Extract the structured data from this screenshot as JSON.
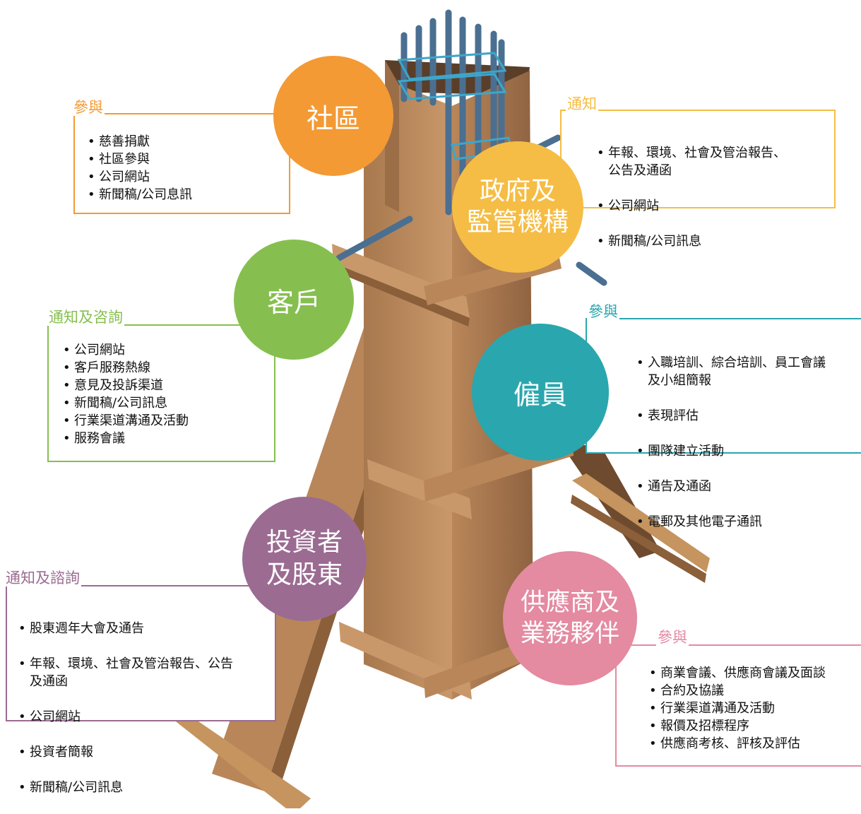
{
  "colors": {
    "community": "#f39a35",
    "government": "#f5bd45",
    "customers": "#86bf4f",
    "employees": "#2aa6ae",
    "investors": "#9b6b92",
    "suppliers": "#e48aa1",
    "wood": "#c38f61",
    "rebar": "#4a6f91"
  },
  "stakeholders": {
    "community": {
      "name": "社區",
      "box_title": "參與",
      "items": [
        "慈善捐獻",
        "社區參與",
        "公司網站",
        "新聞稿/公司息訊"
      ]
    },
    "government": {
      "name": "政府及\n監管機構",
      "box_title": "通知",
      "items": [
        "年報、環境、社會及管治報告、\n公告及通函",
        "公司網站",
        "新聞稿/公司訊息"
      ]
    },
    "customers": {
      "name": "客戶",
      "box_title": "通知及咨詢",
      "items": [
        "公司網站",
        "客戶服務熱線",
        "意見及投訴渠道",
        "新聞稿/公司訊息",
        "行業渠道溝通及活動",
        "服務會議"
      ]
    },
    "employees": {
      "name": "僱員",
      "box_title": "參與",
      "items": [
        "入職培訓、綜合培訓、員工會議\n及小組簡報",
        "表現評估",
        "團隊建立活動",
        "通告及通函",
        "電郵及其他電子通訊"
      ]
    },
    "investors": {
      "name": "投資者\n及股東",
      "box_title": "通知及諮詢",
      "items": [
        "股東週年大會及通告",
        "年報、環境、社會及管治報告、公告\n及通函",
        "公司網站",
        "投資者簡報",
        "新聞稿/公司訊息"
      ]
    },
    "suppliers": {
      "name": "供應商及\n業務夥伴",
      "box_title": "參與",
      "items": [
        "商業會議、供應商會議及面談",
        "合約及協議",
        "行業渠道溝通及活動",
        "報價及招標程序",
        "供應商考核、評核及評估"
      ]
    }
  }
}
